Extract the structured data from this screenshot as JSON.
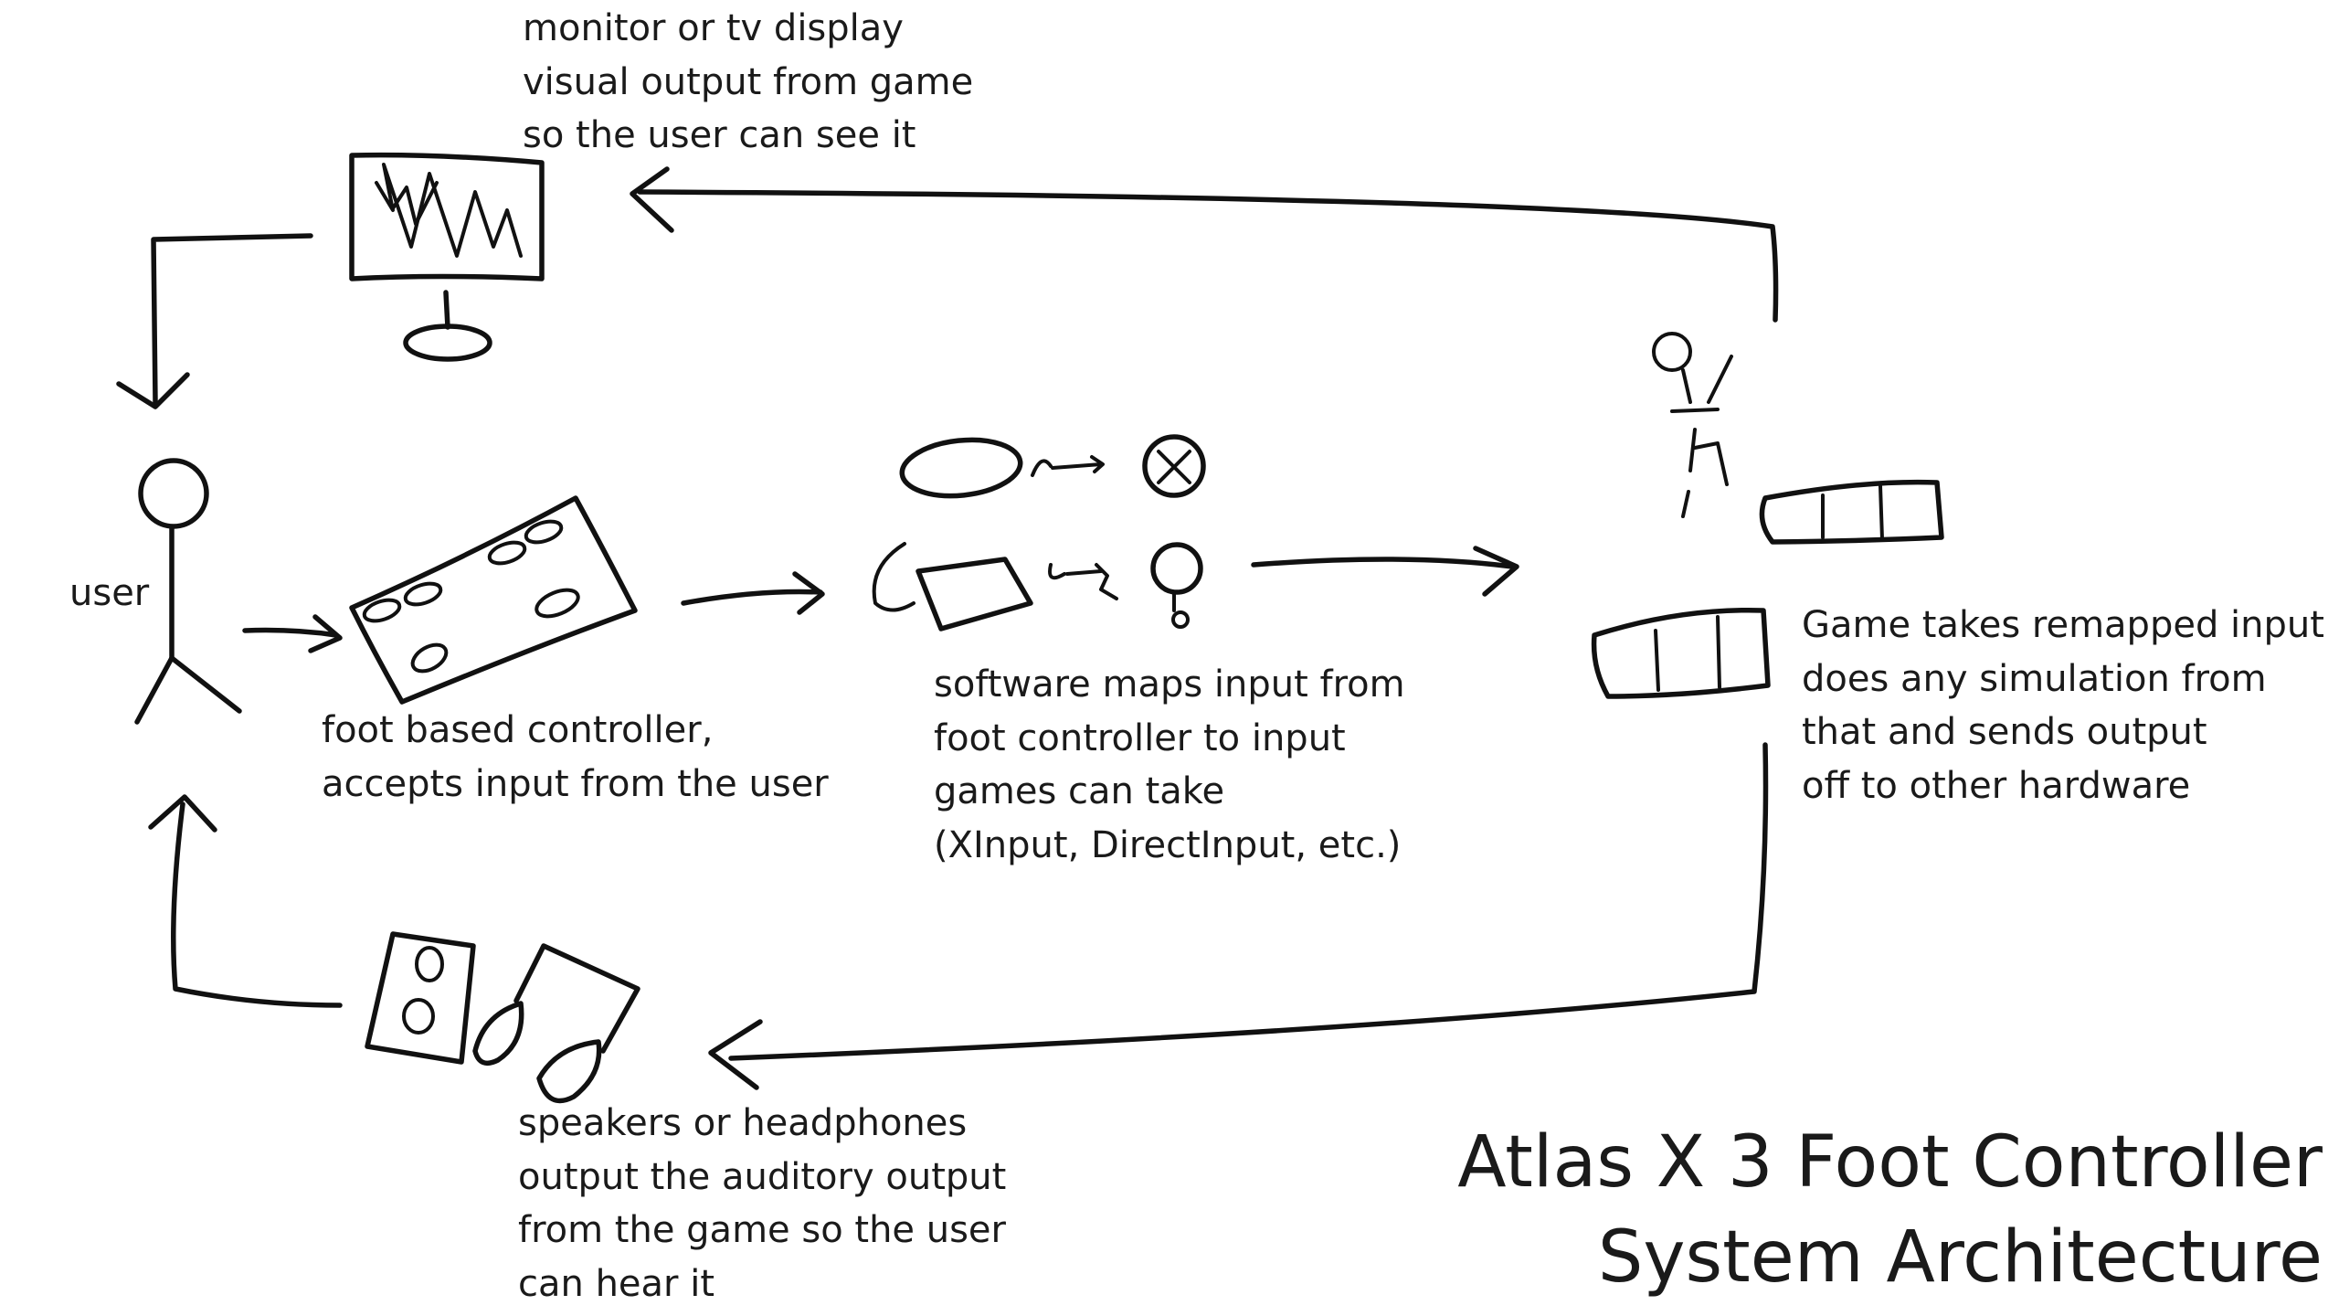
{
  "diagram": {
    "title_lines": [
      "Atlas X 3 Foot Controller",
      "System Architecture"
    ],
    "nodes": {
      "user": {
        "label": "user"
      },
      "monitor": {
        "lines": [
          "monitor or tv display",
          "visual output from game",
          "so the user can see it"
        ]
      },
      "foot_controller": {
        "lines": [
          "foot based controller,",
          "accepts input from the user"
        ]
      },
      "software": {
        "lines": [
          "software maps input from",
          "foot controller to input",
          "games can take",
          "(XInput, DirectInput, etc.)"
        ]
      },
      "game": {
        "lines": [
          "Game takes remapped input",
          "does any simulation from",
          "that and sends output",
          "off to other hardware"
        ]
      },
      "speakers": {
        "lines": [
          "speakers or headphones",
          "output the auditory output",
          "from the game so the user",
          "can hear it"
        ]
      }
    },
    "colors": {
      "ink": "#111111",
      "background": "#ffffff"
    }
  }
}
